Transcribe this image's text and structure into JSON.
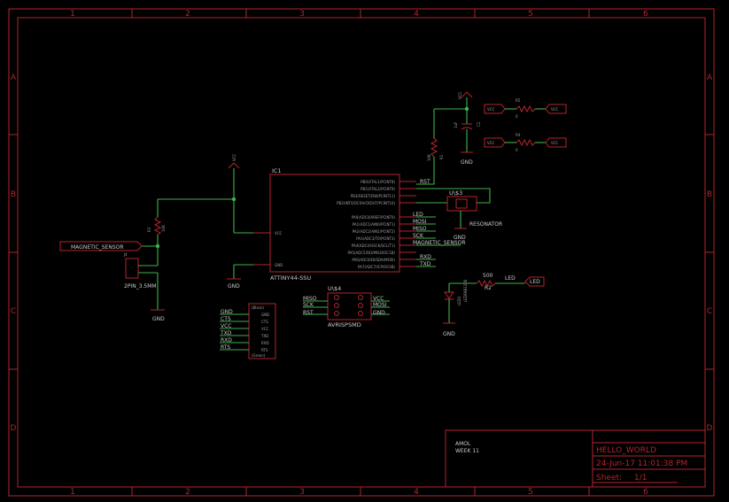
{
  "grid": {
    "columns": [
      "1",
      "2",
      "3",
      "4",
      "5",
      "6"
    ],
    "rows": [
      "A",
      "B",
      "C",
      "D"
    ]
  },
  "ic1": {
    "name": "IC1",
    "value": "ATTINY44-SSU",
    "pin_vcc": "VCC",
    "pin_gnd": "GND",
    "pin_funcs": [
      "PB0(XTAL1/PCINT8)",
      "PB1(XTAL2/PCINT9)",
      "PB3(RESET/DW/PCINT11)",
      "PB2(INT0/OC0A/CKOUT/PCINT10)",
      "PA0(ADC0/AREF/PCINT0)",
      "PA1(ADC1/AIN0/PCINT1)",
      "PA2(ADC2/AIN1/PCINT2)",
      "PA3(ADC3/T0/PCINT3)",
      "PA4(ADC4/USCK/SCL/T1)",
      "PA5(ADC5/DO/MISO/OC1B)",
      "PA6(ADC6/DI/SDA/MOSI)",
      "PA7(ADC7/ICP/OC0B)"
    ],
    "net_labels": [
      "RST",
      "LED",
      "MOSI",
      "MISO",
      "SCK",
      "MAGNETIC_SENSOR",
      "RXD",
      "TXD"
    ]
  },
  "vcc": "VCC",
  "gnd": "GND",
  "r1": {
    "name": "R1",
    "value": "10K"
  },
  "r3": {
    "name": "R3",
    "value": "10K"
  },
  "c1": {
    "name": "C1",
    "value": "1uF"
  },
  "r4": {
    "name": "R4",
    "value": "0"
  },
  "r5": {
    "name": "R5",
    "value": "0"
  },
  "r2": {
    "name": "R2",
    "value": "500"
  },
  "u3": {
    "name": "U\\$3",
    "value": "RESONATOR"
  },
  "j4": {
    "name": "J4",
    "value": "2PIN_3.5MM",
    "net": "MAGNETIC_SENSOR"
  },
  "led1": {
    "name": "LED1",
    "value": "LEDFAB1206",
    "net": "LED"
  },
  "u4": {
    "name": "U\\$4",
    "value": "AVRISPSMD",
    "nets_left": [
      "MISO",
      "SCK",
      "RST"
    ],
    "nets_right": [
      "VCC",
      "MOSI",
      "GND"
    ]
  },
  "ftdi": {
    "header_top": "(Black)",
    "header_bottom": "(Green)",
    "nets": [
      "GND",
      "CTS",
      "VCC",
      "TXD",
      "RXD",
      "RTS"
    ],
    "pins": [
      "GND",
      "CTS",
      "VCC",
      "TXD",
      "RXD",
      "RTS"
    ]
  },
  "title_block": {
    "author": "AMOL",
    "week": "WEEK 11",
    "title": "HELLO_WORLD",
    "date": "24-Jun-17 11:01:38 PM",
    "sheet_label": "Sheet:",
    "sheet_value": "1/1"
  }
}
